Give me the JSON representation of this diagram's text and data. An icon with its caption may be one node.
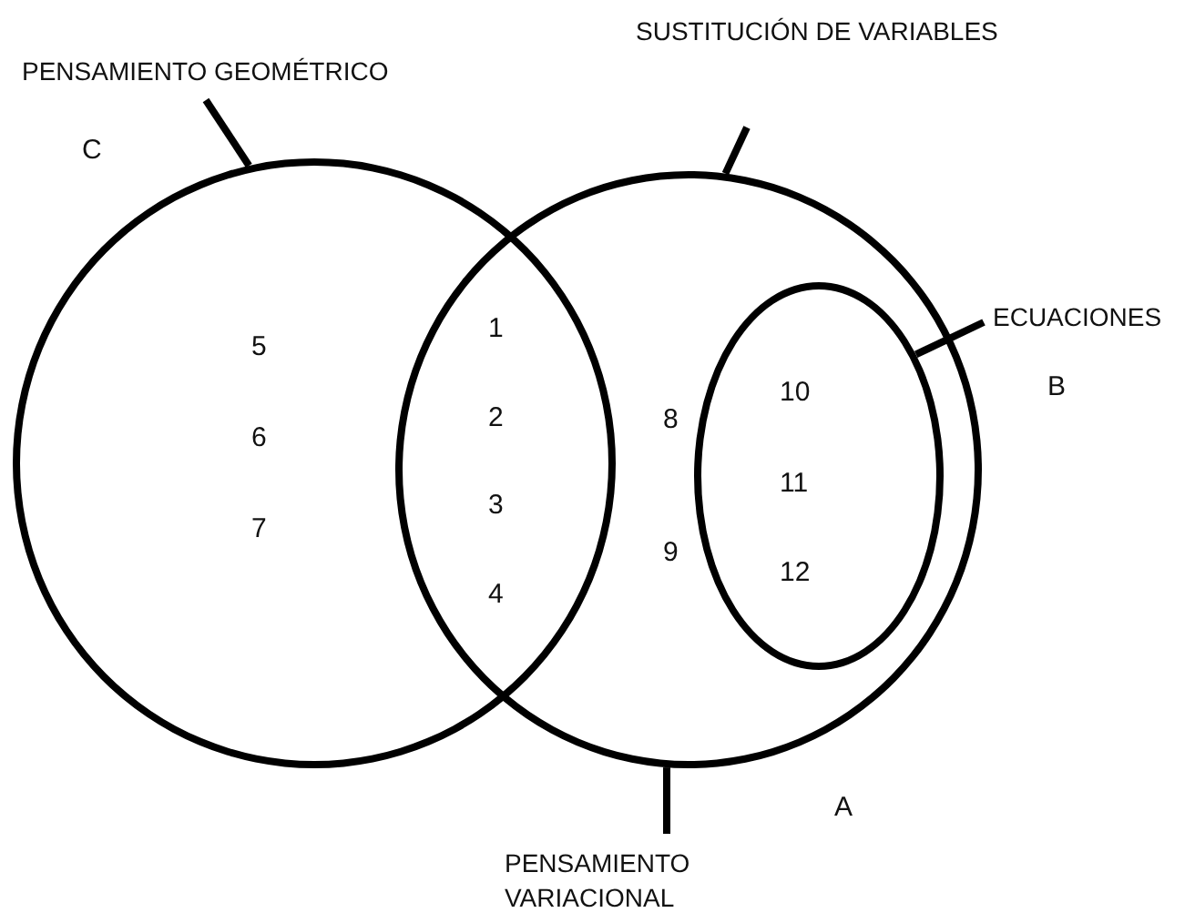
{
  "diagram": {
    "nodes": [
      {
        "text": [
          "PENSAMIENTO GEOMÉTRICO"
        ]
      },
      {
        "text": [],
        "shape": "circle"
      },
      {
        "text": [
          "SUSTITUCIÓN DE VARIABLES"
        ]
      },
      {
        "text": [],
        "shape": "circle"
      },
      {
        "text": [
          "ECUACIONES"
        ]
      },
      {
        "text": [],
        "shape": "circle",
        "in": 3
      },
      {
        "text": [
          "PENSAMIENTO VARIACIONAL"
        ]
      }
    ],
    "edges": [
      {
        "from": 0,
        "to": 1,
        "arrow": "none"
      },
      {
        "from": 2,
        "to": 3,
        "arrow": "none"
      },
      {
        "from": 4,
        "to": 5,
        "arrow": "none"
      },
      {
        "from": 6,
        "to": 3,
        "arrow": "none"
      }
    ],
    "labels": [
      "C",
      "5",
      "6",
      "7",
      "1",
      "2",
      "3",
      "4",
      "8",
      "9",
      "10",
      "11",
      "12",
      "B",
      "A"
    ]
  }
}
